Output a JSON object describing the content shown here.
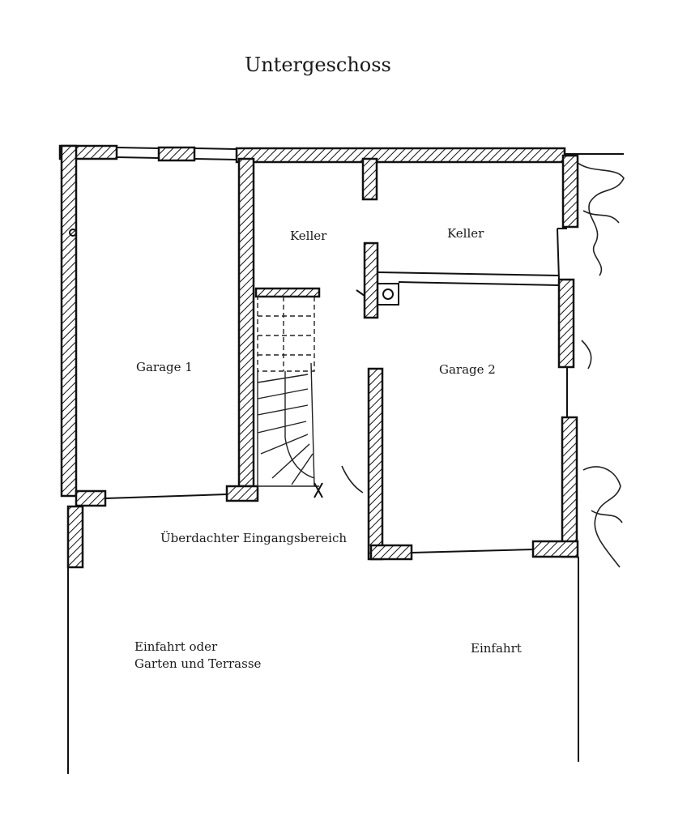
{
  "title": "Untergeschoss",
  "rooms": {
    "keller_left": "Keller",
    "keller_right": "Keller",
    "garage1": "Garage 1",
    "garage2": "Garage 2",
    "entrance": "Überdachter Eingangsbereich",
    "driveway_left_line1": "Einfahrt oder",
    "driveway_left_line2": "Garten und Terrasse",
    "driveway_right": "Einfahrt"
  },
  "colors": {
    "ink": "#111111",
    "paper": "#ffffff"
  }
}
